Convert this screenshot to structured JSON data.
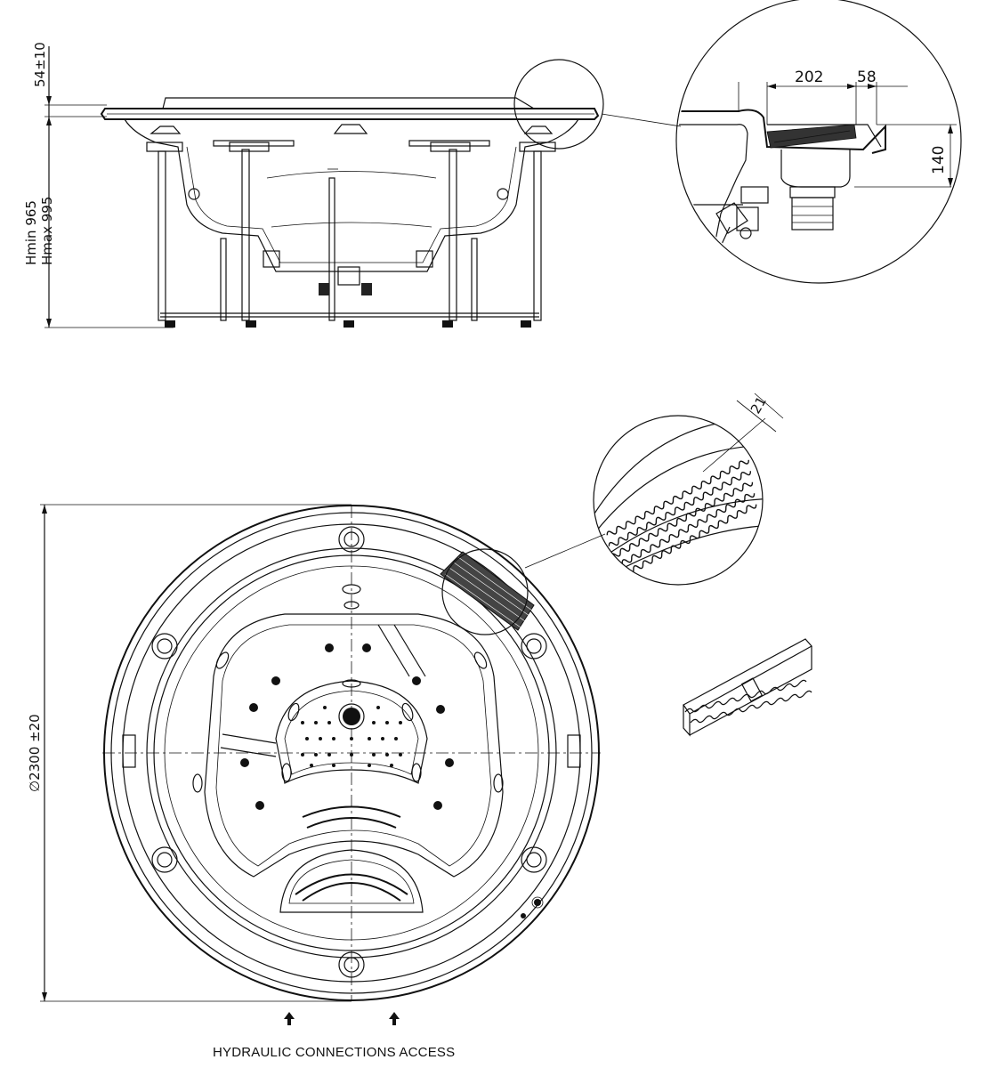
{
  "side_view": {
    "dim_top": "54±10",
    "dim_height_min": "Hmin 965",
    "dim_height_max": "Hmax 995"
  },
  "detail_section": {
    "dim_width_a": "202",
    "dim_width_b": "58",
    "dim_depth": "140"
  },
  "detail_grille": {
    "dim_width": "21"
  },
  "plan_view": {
    "dim_diameter": "∅2300 ±20",
    "caption": "HYDRAULIC CONNECTIONS ACCESS"
  }
}
